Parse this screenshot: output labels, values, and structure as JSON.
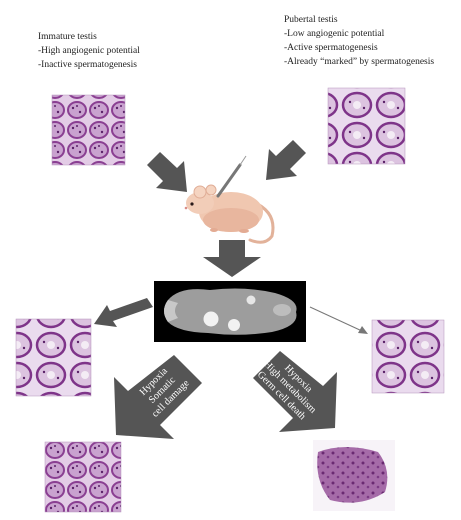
{
  "immature": {
    "title": "Immature testis",
    "items": [
      "-High angiogenic potential",
      "-Inactive spermatogenesis"
    ]
  },
  "pubertal": {
    "title": "Pubertal testis",
    "items": [
      "-Low angiogenic potential",
      "-Active spermatogenesis",
      "-Already “marked” by spermatogenesis"
    ]
  },
  "arrows": {
    "left": [
      "Hypoxia",
      "Somatic",
      "cell damage"
    ],
    "right": [
      "Hypoxia",
      "High metabolism",
      "Germ cell death"
    ]
  },
  "colors": {
    "arrow": "#555555",
    "tissue_bg": "#e3cce6",
    "tissue_stain": "#8a3f92",
    "tissue_dark": "#5a2168",
    "mouse": "#f0c7b0",
    "scan_bg": "#000000"
  },
  "icons": [
    "mouse-illustration",
    "syringe-icon",
    "fluorescence-scan-image"
  ]
}
